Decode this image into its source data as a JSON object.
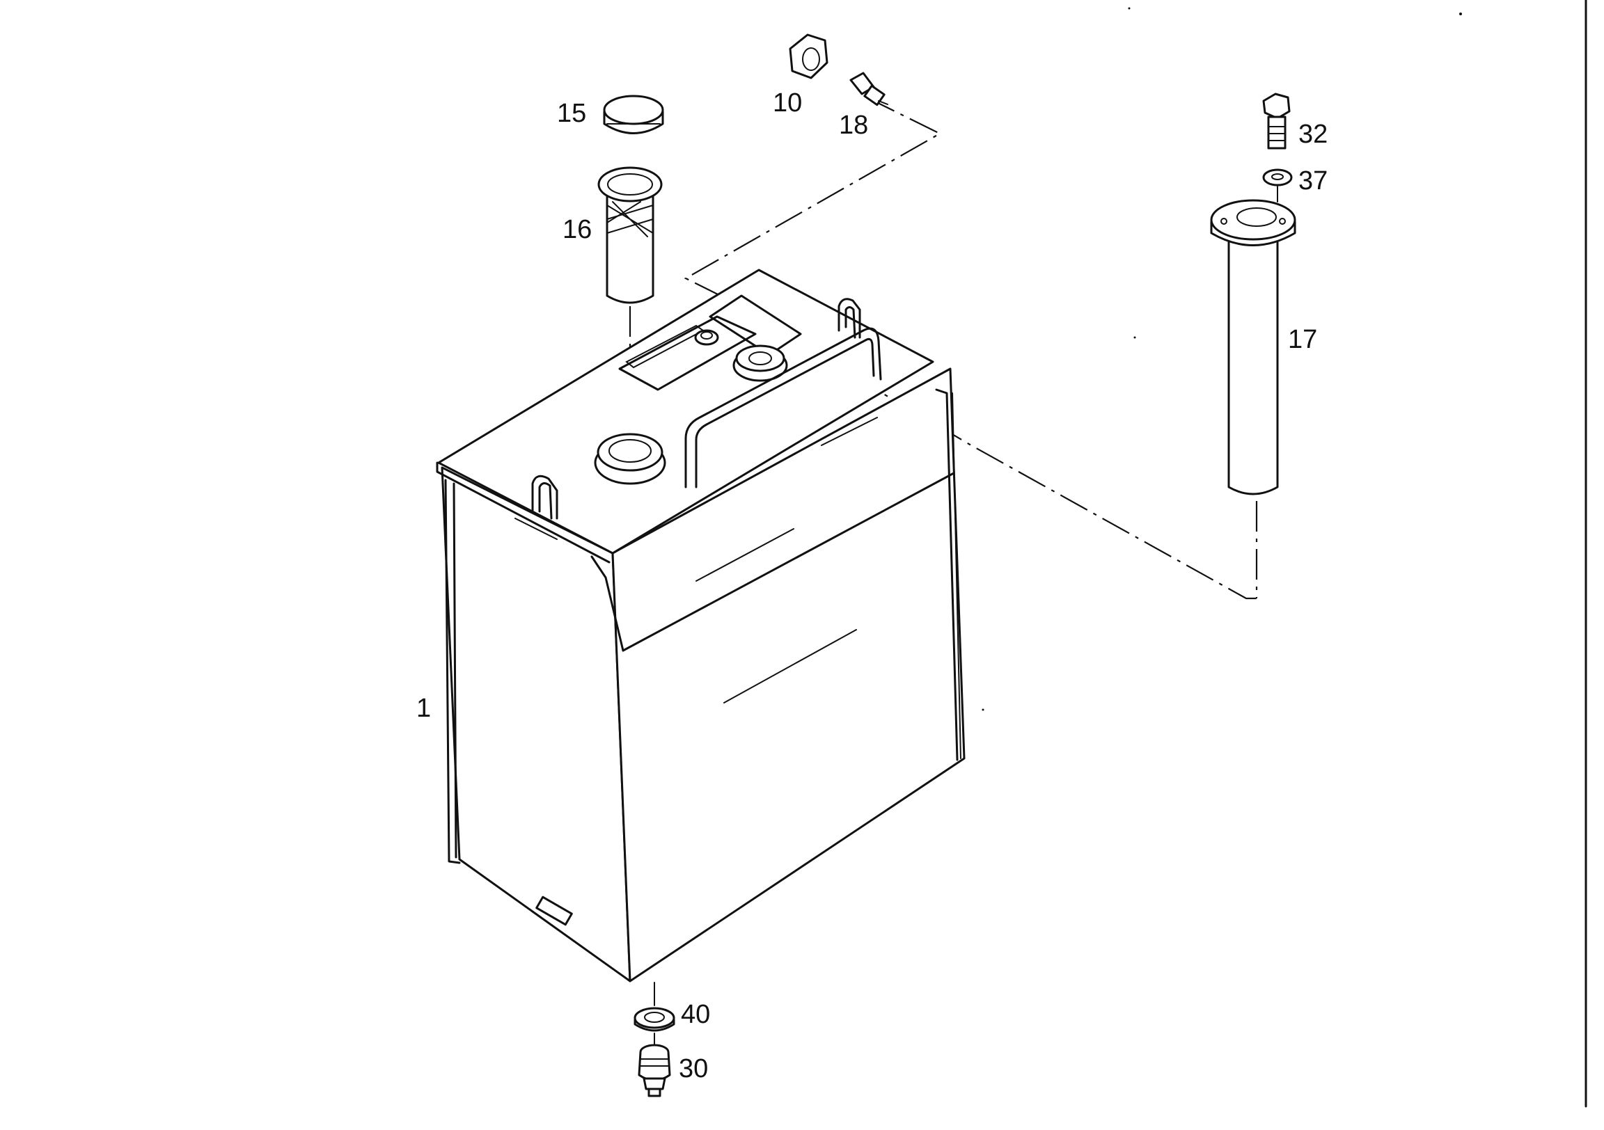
{
  "labels": {
    "tank": "1",
    "nut": "10",
    "cap": "15",
    "strainer": "16",
    "sender": "17",
    "fitting": "18",
    "drain_plug": "30",
    "bolt": "32",
    "washer": "37",
    "drain_washer": "40"
  },
  "colors": {
    "line": "#111111",
    "background": "#ffffff"
  }
}
